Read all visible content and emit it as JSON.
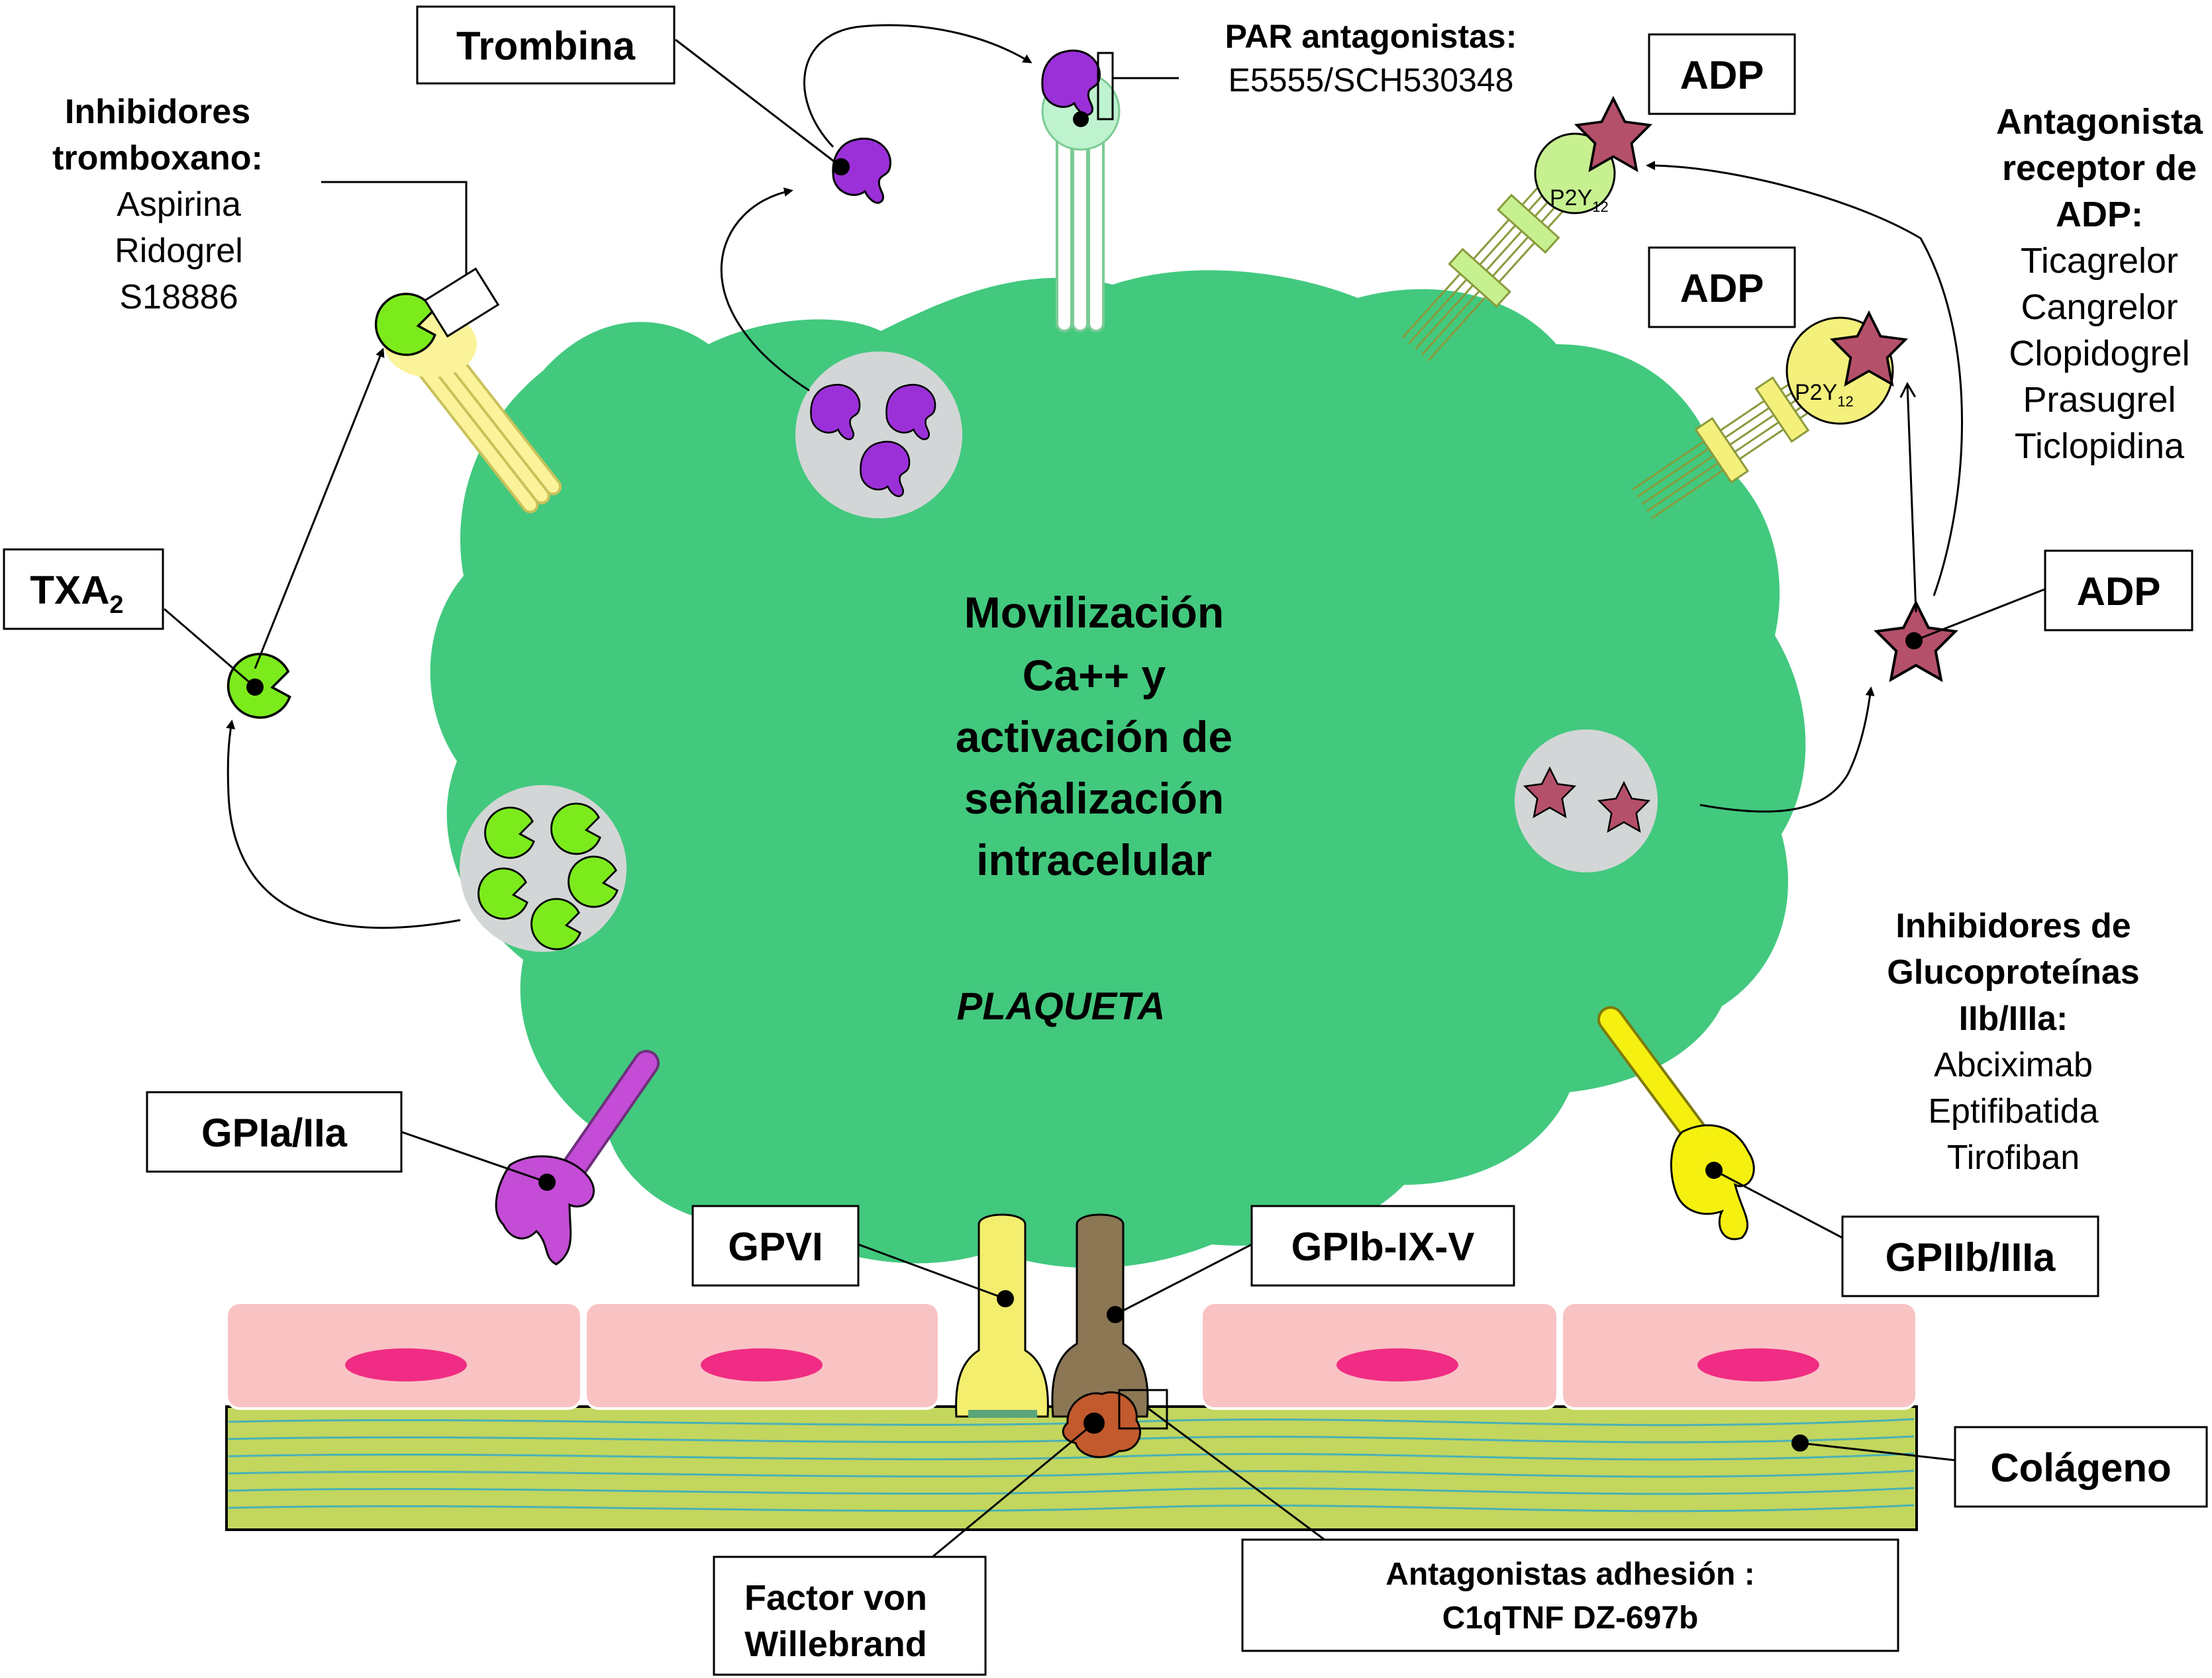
{
  "labels": {
    "trombina": "Trombina",
    "adp_top": "ADP",
    "adp_mid": "ADP",
    "adp_right": "ADP",
    "txa": "TXA",
    "txa_sub": "2",
    "gpia": "GPIa/IIa",
    "gpvi": "GPVI",
    "gpib": "GPIb-IX-V",
    "gpiib": "GPIIb/IIIa",
    "colageno": "Colágeno",
    "vwf_1": "Factor von",
    "vwf_2": "Willebrand",
    "adhesion_1": "Antagonistas adhesión :",
    "adhesion_2": "C1qTNF DZ-697b"
  },
  "receptor_labels": {
    "p2y": "P2Y",
    "p2y_sub": "12"
  },
  "annotations": {
    "par_title": "PAR antagonistas:",
    "par_drugs": "E5555/SCH530348",
    "thromboxane_title_1": "Inhibidores",
    "thromboxane_title_2": "tromboxano:",
    "thromboxane_drugs": [
      "Aspirina",
      "Ridogrel",
      "S18886"
    ],
    "adp_title_1": "Antagonista",
    "adp_title_2": "receptor de",
    "adp_title_3": "ADP:",
    "adp_drugs": [
      "Ticagrelor",
      "Cangrelor",
      "Clopidogrel",
      "Prasugrel",
      "Ticlopidina"
    ],
    "gp_title_1": "Inhibidores de",
    "gp_title_2": "Glucoproteínas",
    "gp_title_3": "IIb/IIIa:",
    "gp_drugs": [
      "Abciximab",
      "Eptifibatida",
      "Tirofiban"
    ]
  },
  "center": {
    "lines": [
      "Movilización",
      "Ca++ y",
      "activación de",
      "señalización",
      "intracelular"
    ],
    "platelet": "PLAQUETA"
  },
  "colors": {
    "platelet": "#42C97E",
    "granule": "#D3D6D6",
    "thrombin": "#9B30D9",
    "txa2": "#7CEB1C",
    "adp": "#B5506B",
    "gpia": "#C44CD6",
    "gpiib": "#F5F010",
    "gpvi": "#F3EE6E",
    "gpib": "#8C7755",
    "vwf": "#C25A2E",
    "cell": "#F9C3C4",
    "nucleus": "#F02C84",
    "matrix": "#C3D65E",
    "collagen_fiber": "#49B2B6",
    "par_receptor": "#BFF2CF",
    "p2y_green": "#C7F090",
    "p2y_yellow": "#F4F07C"
  }
}
